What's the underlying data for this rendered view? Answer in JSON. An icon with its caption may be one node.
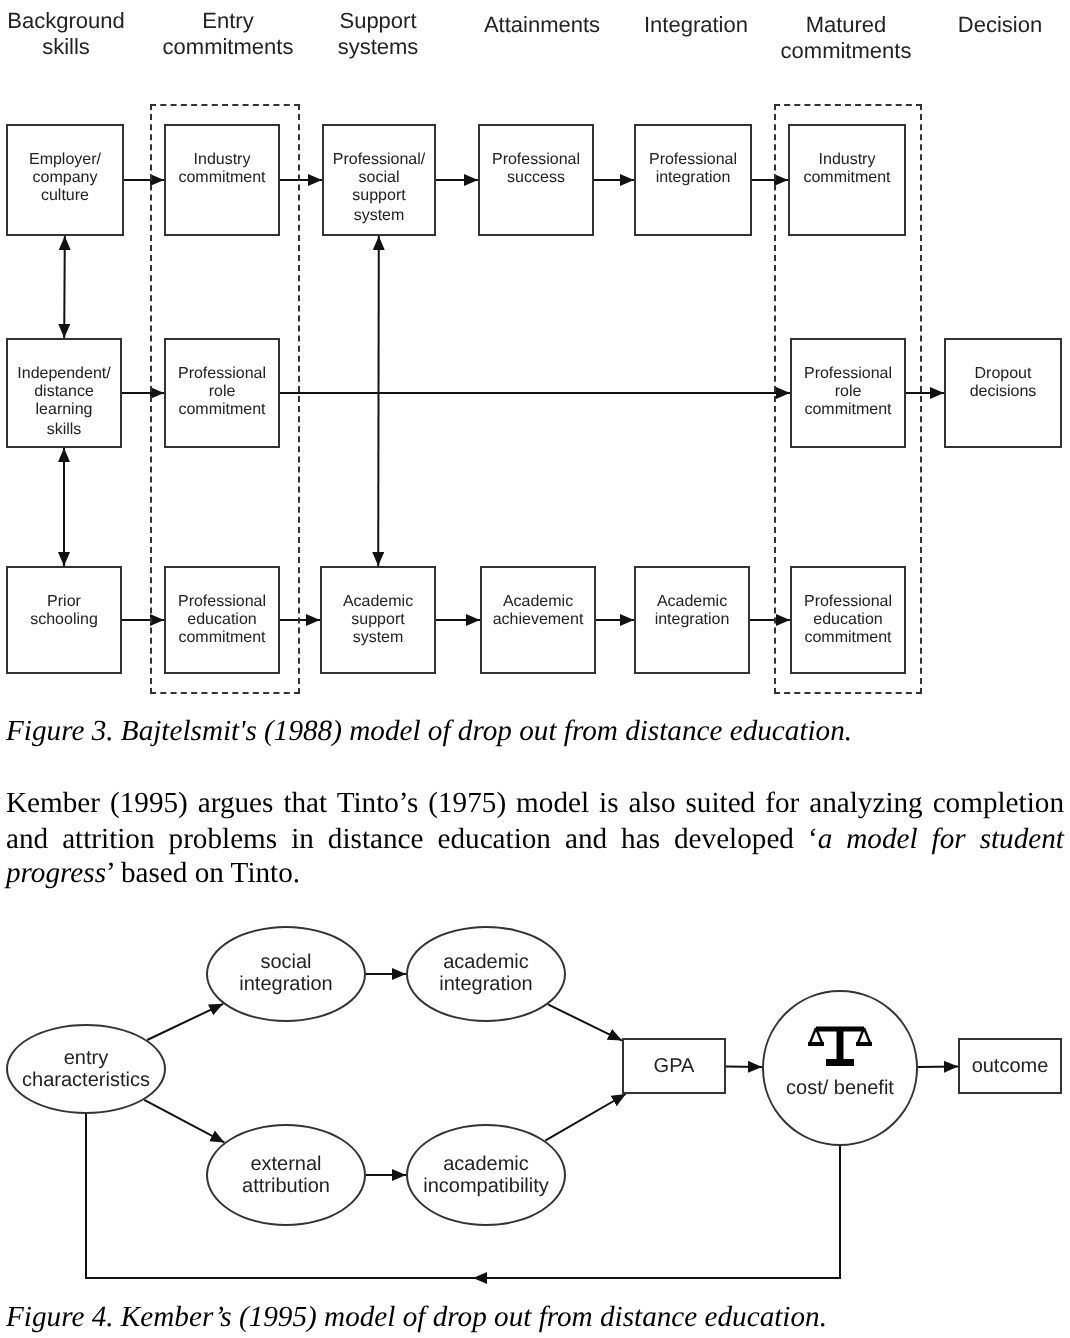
{
  "diagram": {
    "nodes": [
      {
        "text": [
          "Employer/ company culture"
        ]
      },
      {
        "text": [],
        "shape": "box"
      },
      {
        "text": [
          "Industry commitment"
        ],
        "in": 1
      },
      {
        "text": [
          "Professional/ social support system"
        ]
      },
      {
        "text": [
          "Professional success"
        ]
      },
      {
        "text": [
          "Professional integration"
        ]
      },
      {
        "text": [],
        "shape": "box"
      },
      {
        "text": [
          "Industry commitment"
        ],
        "in": 6
      },
      {
        "text": [
          "Independent/ distance learning skills"
        ]
      },
      {
        "text": [
          "Professional role commitment"
        ],
        "in": 1
      },
      {
        "text": [
          "Professional role commitment"
        ],
        "in": 6
      },
      {
        "text": [
          "Dropout decisions"
        ]
      },
      {
        "text": [
          "Prior schooling"
        ]
      },
      {
        "text": [
          "Professional education commitment"
        ],
        "in": 1
      },
      {
        "text": [
          "Academic support system"
        ]
      },
      {
        "text": [
          "Academic achievement"
        ]
      },
      {
        "text": [
          "Academic integration"
        ]
      },
      {
        "text": [
          "Professional education commitment"
        ],
        "in": 6
      },
      {
        "text": [
          "entry characteristics"
        ]
      },
      {
        "text": [
          "social integration"
        ]
      },
      {
        "text": [
          "academic integration"
        ]
      },
      {
        "text": [
          "external attribution"
        ]
      },
      {
        "text": [
          "academic incompatibility"
        ]
      },
      {
        "text": [
          "GPA"
        ]
      },
      {
        "text": [
          "cost/ benefit"
        ]
      },
      {
        "text": [
          "outcome"
        ]
      }
    ],
    "edges": [
      {
        "from": 0,
        "to": 2,
        "arrow": "to"
      },
      {
        "from": 2,
        "to": 3,
        "arrow": "to"
      },
      {
        "from": 3,
        "to": 4,
        "arrow": "to"
      },
      {
        "from": 4,
        "to": 5,
        "arrow": "to"
      },
      {
        "from": 5,
        "to": 7,
        "arrow": "to"
      },
      {
        "from": 0,
        "to": 8,
        "arrow": "both"
      },
      {
        "from": 3,
        "to": 14,
        "arrow": "both"
      },
      {
        "from": 8,
        "to": 9,
        "arrow": "to"
      },
      {
        "from": 9,
        "to": 10,
        "arrow": "to"
      },
      {
        "from": 10,
        "to": 11,
        "arrow": "to"
      },
      {
        "from": 8,
        "to": 12,
        "arrow": "both"
      },
      {
        "from": 12,
        "to": 13,
        "arrow": "to"
      },
      {
        "from": 13,
        "to": 14,
        "arrow": "to"
      },
      {
        "from": 14,
        "to": 15,
        "arrow": "to"
      },
      {
        "from": 15,
        "to": 16,
        "arrow": "to"
      },
      {
        "from": 16,
        "to": 17,
        "arrow": "to"
      },
      {
        "from": 18,
        "to": 19,
        "arrow": "to"
      },
      {
        "from": 18,
        "to": 21,
        "arrow": "to"
      },
      {
        "from": 19,
        "to": 20,
        "arrow": "to"
      },
      {
        "from": 21,
        "to": 22,
        "arrow": "to"
      },
      {
        "from": 20,
        "to": 23,
        "arrow": "to"
      },
      {
        "from": 22,
        "to": 23,
        "arrow": "to"
      },
      {
        "from": 23,
        "to": 24,
        "arrow": "to"
      },
      {
        "from": 24,
        "to": 25,
        "arrow": "to"
      },
      {
        "from": 24,
        "to": 18,
        "arrow": "to"
      }
    ],
    "labels": [
      "Background skills",
      "Entry commitments",
      "Support systems",
      "Attainments",
      "Integration",
      "Matured commitments",
      "Decision",
      "Figure 3. Bajtelsmit's (1988) model of drop out from distance education.",
      "Kember (1995) argues that Tinto’s (1975) model is also suited for analyzing completion and attrition problems in distance education and has developed ‘*a model for student progress*’ based on Tinto.",
      "Figure 4. Kember’s (1995) model of drop out from distance education."
    ]
  }
}
